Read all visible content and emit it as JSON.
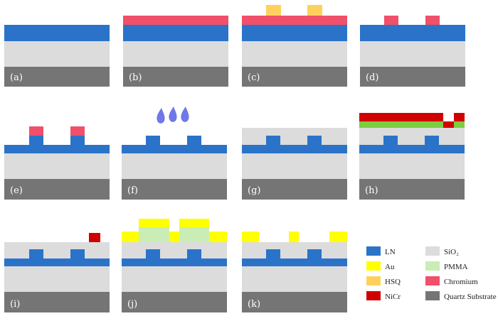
{
  "colors": {
    "LN": "#2a73c9",
    "SiO2": "#dcdcdc",
    "Quartz": "#757575",
    "Au": "#ffff00",
    "PMMA": "#c9edb5",
    "HSQ": "#ffd15c",
    "Chromium": "#f0506a",
    "NiCr": "#d00000",
    "Green": "#7ccd3f",
    "Drop": "#6e78e6"
  },
  "panels": [
    {
      "label": "(a)"
    },
    {
      "label": "(b)"
    },
    {
      "label": "(c)"
    },
    {
      "label": "(d)"
    },
    {
      "label": "(e)"
    },
    {
      "label": "(f)"
    },
    {
      "label": "(g)"
    },
    {
      "label": "(h)"
    },
    {
      "label": "(i)"
    },
    {
      "label": "(j)"
    },
    {
      "label": "(k)"
    }
  ],
  "legend": [
    {
      "label": "LN",
      "color": "LN"
    },
    {
      "label": "SiO₂",
      "color": "SiO2"
    },
    {
      "label": "Au",
      "color": "Au"
    },
    {
      "label": "PMMA",
      "color": "PMMA"
    },
    {
      "label": "HSQ",
      "color": "HSQ"
    },
    {
      "label": "Chromium",
      "color": "Chromium"
    },
    {
      "label": "NiCr",
      "color": "NiCr"
    },
    {
      "label": "Quartz Substrate",
      "color": "Quartz"
    }
  ]
}
